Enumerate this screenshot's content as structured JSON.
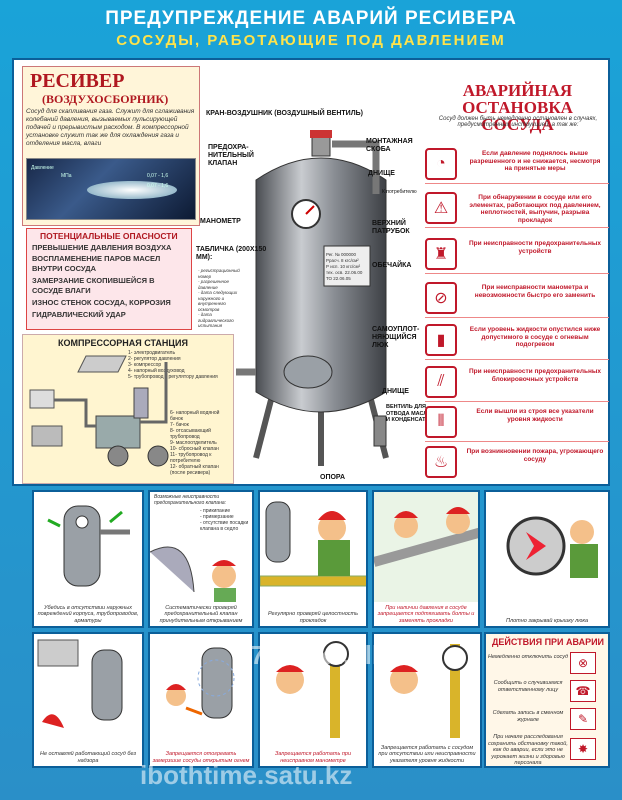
{
  "header": {
    "title": "ПРЕДУПРЕЖДЕНИЕ АВАРИЙ РЕСИВЕРА",
    "subtitle": "СОСУДЫ, РАБОТАЮЩИЕ ПОД ДАВЛЕНИЕМ"
  },
  "receiver": {
    "title": "РЕСИВЕР",
    "subtitle": "(ВОЗДУХОСБОРНИК)",
    "text": "Сосуд для скапливания газа. Служит для сглаживания колебаний давления, вызываемых пульсирующей подачей и прерывистым расходом. В компрессорной установке служит так же для охлаждения газа и отделения масла, влаги",
    "gauge_labels": [
      "Давление",
      "МПа",
      "0,07 - 1,6",
      "0,07 - 1,6"
    ]
  },
  "dangers": {
    "title": "ПОТЕНЦИАЛЬНЫЕ ОПАСНОСТИ",
    "items": [
      "ПРЕВЫШЕНИЕ ДАВЛЕНИЯ ВОЗДУХА",
      "ВОСПЛАМЕНЕНИЕ ПАРОВ МАСЕЛ ВНУТРИ СОСУДА",
      "ЗАМЕРЗАНИЕ СКОПИВШЕЙСЯ В СОСУДЕ ВЛАГИ",
      "ИЗНОС СТЕНОК СОСУДА, КОРРОЗИЯ",
      "ГИДРАВЛИЧЕСКИЙ УДАР"
    ]
  },
  "compressor": {
    "title": "КОМПРЕССОРНАЯ СТАНЦИЯ",
    "legend_top": [
      "1- электродвигатель",
      "2- регулятор давления",
      "3- компрессор",
      "4- напорный воздуховод",
      "5- трубопровод к регулятору давления"
    ],
    "legend_bottom": [
      "6- напорный водяной бачок",
      "7- бачок",
      "8- отсасывающий трубопровод",
      "9- маслоотделитель",
      "10- сбросный клапан",
      "11- трубопровод к потребителю",
      "12- обратный клапан (после ресивера)"
    ]
  },
  "vessel": {
    "labels": {
      "valve": "КРАН-ВОЗДУШНИК (ВОЗДУШНЫЙ ВЕНТИЛЬ)",
      "safety": "ПРЕДОХРА-НИТЕЛЬНЫЙ КЛАПАН",
      "bracket": "МОНТАЖНАЯ СКОБА",
      "bottom_top": "ДНИЩЕ",
      "consumer": "К потребителю",
      "gauge": "МАНОМЕТР",
      "upper_pipe": "ВЕРХНИЙ ПАТРУБОК",
      "plate": "ТАБЛИЧКА (200Х150 ММ):",
      "shell": "ОБЕЧАЙКА",
      "hatch": "САМОУПЛОТ-НЯЮЩИЙСЯ ЛЮК",
      "bottom_low": "ДНИЩЕ",
      "drain": "ВЕНТИЛЬ ДЛЯ ОТВОДА МАСЛА И КОНДЕНСАТА",
      "support": "ОПОРА"
    },
    "plate_text": [
      "Рег. № 000000",
      "Ррасч. 8 кгс/см²",
      "Р исп. 10 кгс/см²",
      "тех. осв. 22.06.00",
      "ТО 22.06.05"
    ],
    "plate_notes": [
      "- регистрационный номер",
      "- разрешенное давление",
      "- дата следующих наружного и внутреннего осмотров",
      "- дата гидравлического испытания"
    ]
  },
  "emergency": {
    "title": "АВАРИЙНАЯ ОСТАНОВКА СОСУДА",
    "intro": "Сосуд должен быть немедленно остановлен в случаях, предусмотренных инструкцией, а так же:",
    "rows": [
      {
        "text": "Если давление поднялось выше разрешенного и не снижается, несмотря на принятые меры",
        "icon": "pressure-gauge-icon"
      },
      {
        "text": "При обнаружении в сосуде или его элементах, работающих под давлением, неплотностей, выпучин, разрыва прокладок",
        "icon": "vessel-leak-icon"
      },
      {
        "text": "При неисправности предохранительных устройств",
        "icon": "safety-valve-icon"
      },
      {
        "text": "При неисправности манометра и невозможности быстро его заменить",
        "icon": "broken-gauge-icon"
      },
      {
        "text": "Если уровень жидкости опустился ниже допустимого в сосуде с огневым подогревом",
        "icon": "level-gauge-icon"
      },
      {
        "text": "При неисправности предохранительных блокировочных устройств",
        "icon": "interlock-icon"
      },
      {
        "text": "Если вышли из строя все указатели уровня жидкости",
        "icon": "level-indicators-icon"
      },
      {
        "text": "При возникновении пожара, угрожающего сосуду",
        "icon": "fire-icon"
      }
    ]
  },
  "panels": [
    {
      "caption": "Убедись в отсутствии наружных повреждений корпуса, трубопроводов, арматуры"
    },
    {
      "caption": "Систематически проверяй предохранительный клапан принудительным открыванием",
      "note_title": "Возможные неисправности предохранительного клапана:",
      "notes": [
        "- прикипание",
        "- примерзание",
        "- отсутствие посадки клапана в седло"
      ]
    },
    {
      "caption": "Регулярно проверяй целостность прокладок"
    },
    {
      "caption": "При наличии давления в сосуде запрещается подтягивать болты и заменять прокладки"
    },
    {
      "caption": "Плотно закрывай крышку люка"
    },
    {
      "caption": "Не оставляй работающий сосуд без надзора"
    },
    {
      "caption": "Запрещается отогревать замерзшие сосуды открытым огнем"
    },
    {
      "caption": "Запрещается работать при неисправном манометре"
    },
    {
      "caption": "Запрещается работать с сосудом при отсутствии или неисправности указателя уровня жидкости"
    }
  ],
  "actions": {
    "title": "ДЕЙСТВИЯ ПРИ АВАРИИ",
    "items": [
      "Немедленно отключить сосуд",
      "Сообщить о случившемся ответственному лицу",
      "Сделать запись в сменном журнале",
      "При начале расследования сохранить обстановку такой, как до аварии, если это не угрожает жизни и здоровью персонала"
    ]
  },
  "watermarks": [
    "47612.kz.all.biz",
    "ibothtime.satu.kz"
  ],
  "colors": {
    "background": "#1aa3d8",
    "accent_red": "#c0182a",
    "title_yellow": "#ffe34a"
  }
}
